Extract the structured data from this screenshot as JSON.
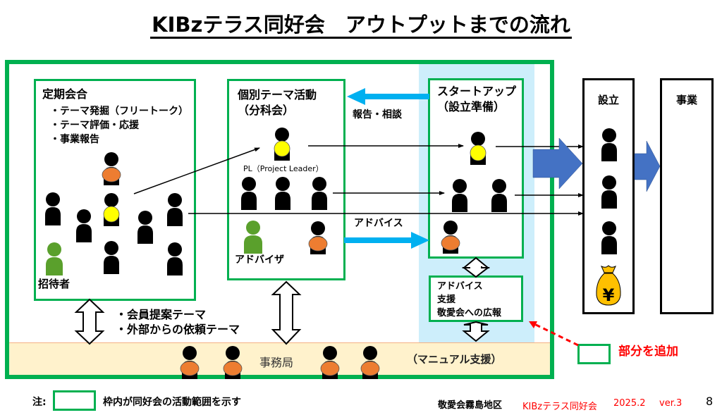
{
  "title": "KIBzテラス同好会　アウトプットまでの流れ",
  "sections": {
    "regular_meeting": {
      "heading": "定期会合",
      "items": [
        "・テーマ発掘（フリートーク）",
        "・テーマ評価・応援",
        "・事業報告"
      ],
      "guest_label": "招待者"
    },
    "theme_activity": {
      "heading_line1": "個別テーマ活動",
      "heading_line2": "（分科会）",
      "pl_label": "PL（Project Leader）",
      "advisor_label": "アドバイザ"
    },
    "startup": {
      "heading_line1": "スタートアップ",
      "heading_line2": "（設立準備）"
    },
    "support_box": {
      "lines": [
        "アドバイス",
        "支援",
        "敬愛会への広報"
      ]
    },
    "establishment": {
      "heading": "設立"
    },
    "business": {
      "heading": "事業"
    }
  },
  "arrows": {
    "report_consult": "報告・相談",
    "advice": "アドバイス"
  },
  "themes": [
    "・会員提案テーマ",
    "・外部からの依頼テーマ"
  ],
  "office": {
    "label": "事務局",
    "manual_support": "（マニュアル支援）"
  },
  "legend_added": "部分を追加",
  "note": {
    "prefix": "注:",
    "text": "枠内が同好会の活動範囲を示す"
  },
  "footer": {
    "org": "敬愛会霧島地区",
    "club": "KIBzテラス同好会",
    "date": "2025.2",
    "version": "ver.3",
    "page": "8"
  },
  "colors": {
    "green": "#00b050",
    "lightblue": "#cdeefb",
    "office_band": "#fff2cc",
    "blue_arrow": "#00b0f0",
    "big_arrow": "#4472c4",
    "orange": "#ed7d31",
    "yellow": "#ffff00",
    "guest_green": "#5aa02c",
    "red": "#ff0000",
    "money_bag": "#ffc000"
  }
}
